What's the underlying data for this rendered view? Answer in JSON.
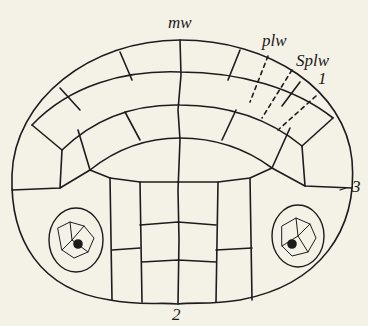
{
  "diagram": {
    "labels": [
      "mw",
      "plw",
      "Splw",
      "1",
      "3",
      "2"
    ]
  }
}
